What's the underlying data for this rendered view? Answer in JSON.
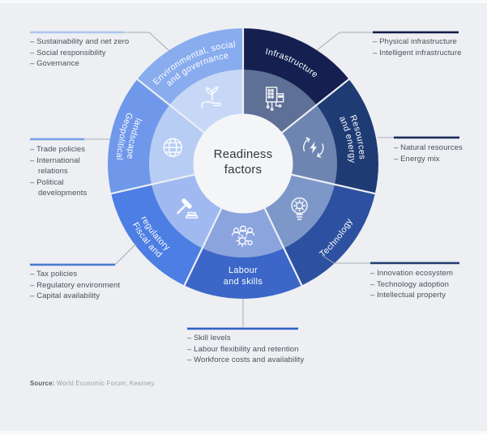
{
  "background": {
    "page": "#edeff3",
    "edge_strip": "#f8f9fb",
    "connector_color": "#a8acb4",
    "center_circle": "#f4f5f7"
  },
  "center": {
    "line1": "Readiness",
    "line2": "factors"
  },
  "bullet": "–",
  "source": {
    "label": "Source:",
    "text": "World Economic Forum; Kearney."
  },
  "wheel": {
    "segments": [
      {
        "id": "infrastructure",
        "label_lines": [
          "Infrastructure"
        ],
        "outer_color": "#152050",
        "inner_color": "#5f7097",
        "icon": "building-icon",
        "callout": {
          "bar_color": "#131d47",
          "items": [
            "Physical infrastructure",
            "Intelligent infrastructure"
          ]
        }
      },
      {
        "id": "resources-energy",
        "label_lines": [
          "Resources",
          "and energy"
        ],
        "outer_color": "#1f3b74",
        "inner_color": "#6e85b1",
        "icon": "energy-cycle-icon",
        "callout": {
          "bar_color": "#1a2c58",
          "items": [
            "Natural resources",
            "Energy mix"
          ]
        }
      },
      {
        "id": "technology",
        "label_lines": [
          "Technology"
        ],
        "outer_color": "#2d51a0",
        "inner_color": "#7e97c9",
        "icon": "bulb-gear-icon",
        "callout": {
          "bar_color": "#243f72",
          "items": [
            "Innovation ecosystem",
            "Technology adoption",
            "Intellectual property"
          ]
        }
      },
      {
        "id": "labour-skills",
        "label_lines": [
          "Labour",
          "and skills"
        ],
        "outer_color": "#3c67c8",
        "inner_color": "#8ba4de",
        "icon": "people-gear-icon",
        "callout": {
          "bar_color": "#3162c5",
          "items": [
            "Skill levels",
            "Labour flexibility and retention",
            "Workforce costs and availability"
          ]
        }
      },
      {
        "id": "fiscal-regulatory",
        "label_lines": [
          "Fiscal and",
          "regulatory"
        ],
        "outer_color": "#4c7ee3",
        "inner_color": "#a0baf1",
        "icon": "gavel-icon",
        "callout": {
          "bar_color": "#4a7cd0",
          "items": [
            "Tax policies",
            "Regulatory environment",
            "Capital availability"
          ]
        }
      },
      {
        "id": "geopolitical-landscape",
        "label_lines": [
          "Geopolitical",
          "landscape"
        ],
        "outer_color": "#6f98ea",
        "inner_color": "#b8cdf4",
        "icon": "globe-icon",
        "callout": {
          "bar_color": "#7aa0e7",
          "items": [
            "Trade policies",
            "International relations",
            "Political developments"
          ]
        }
      },
      {
        "id": "esg",
        "label_lines": [
          "Environmental, social",
          "and governance"
        ],
        "outer_color": "#88acee",
        "inner_color": "#c7d8f7",
        "icon": "plant-hand-icon",
        "callout": {
          "bar_color": "#abc7ef",
          "items": [
            "Sustainability and net zero",
            "Social responsibility",
            "Governance"
          ]
        }
      }
    ]
  }
}
